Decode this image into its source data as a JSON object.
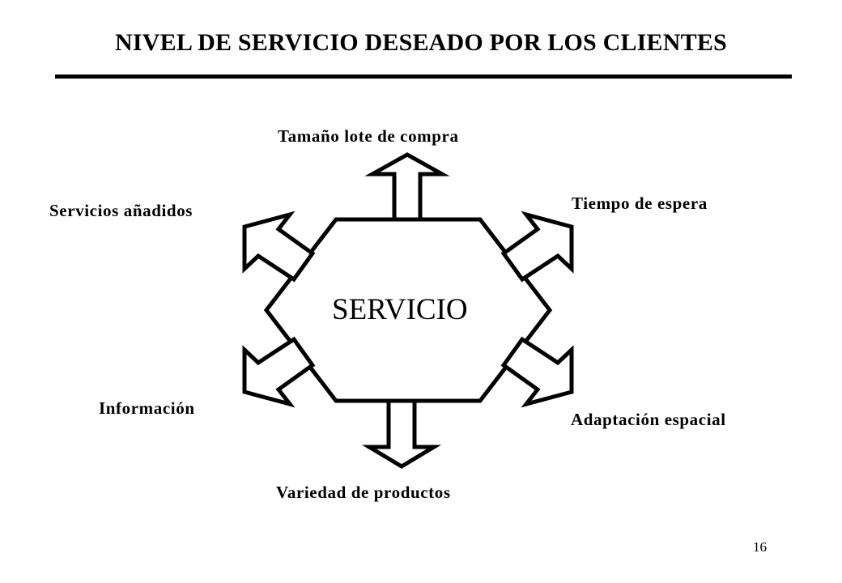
{
  "title": "NIVEL DE SERVICIO DESEADO POR LOS CLIENTES",
  "center": "SERVICIO",
  "labels": {
    "top": "Tamaño lote de compra",
    "top_right": "Tiempo de espera",
    "top_left": "Servicios añadidos",
    "bottom_left": "Información",
    "bottom_right": "Adaptación espacial",
    "bottom": "Variedad de productos"
  },
  "page_number": "16",
  "colors": {
    "stroke": "#000000",
    "background": "#ffffff"
  }
}
